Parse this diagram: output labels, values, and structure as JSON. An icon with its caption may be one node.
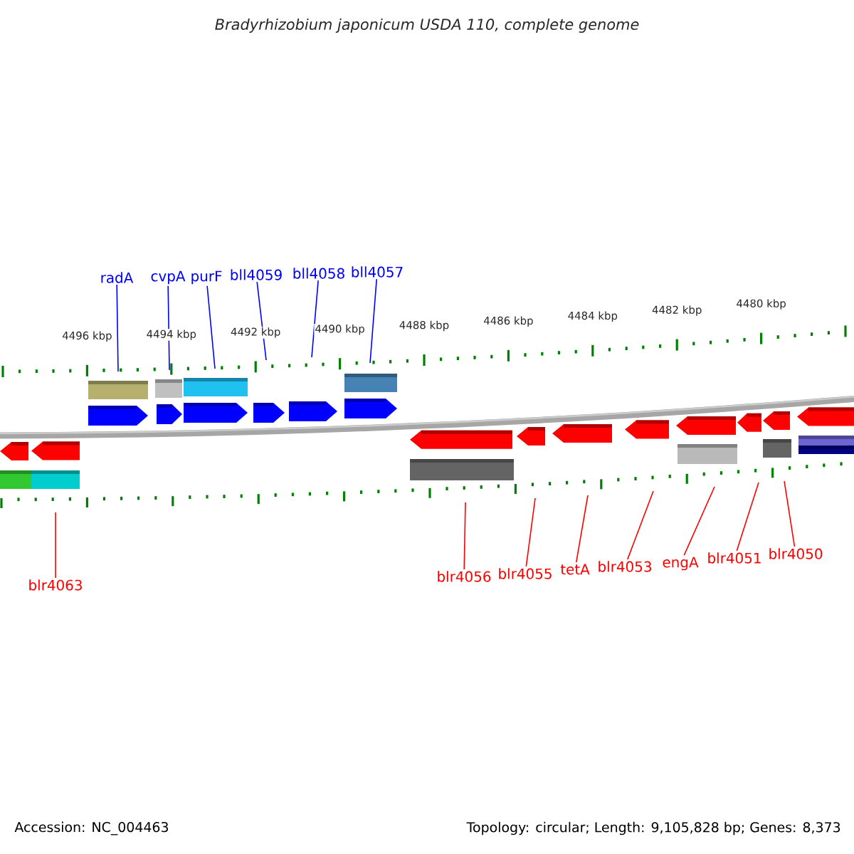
{
  "diagram": {
    "title": "Bradyrhizobium japonicum USDA 110, complete genome",
    "nodes": [
      {
        "text": [
          "radA"
        ]
      },
      {
        "text": [
          "cvpA"
        ]
      },
      {
        "text": [
          "purF"
        ]
      },
      {
        "text": [
          "bll4059"
        ]
      },
      {
        "text": [
          "bll4058"
        ]
      },
      {
        "text": [
          "bll4057"
        ]
      },
      {
        "text": [
          "blr4063"
        ]
      },
      {
        "text": [
          "blr4056"
        ]
      },
      {
        "text": [
          "blr4055"
        ]
      },
      {
        "text": [
          "tetA"
        ]
      },
      {
        "text": [
          "blr4053"
        ]
      },
      {
        "text": [
          "engA"
        ]
      },
      {
        "text": [
          "blr4051"
        ]
      },
      {
        "text": [
          "blr4050"
        ]
      }
    ],
    "edges": [
      {
        "from": 0,
        "to": null,
        "arrow": "none",
        "color": "#0000ff"
      },
      {
        "from": 1,
        "to": null,
        "arrow": "none",
        "color": "#0000ff"
      },
      {
        "from": 2,
        "to": null,
        "arrow": "none",
        "color": "#0000ff"
      },
      {
        "from": 3,
        "to": null,
        "arrow": "none",
        "color": "#0000ff"
      },
      {
        "from": 4,
        "to": null,
        "arrow": "none",
        "color": "#0000ff"
      },
      {
        "from": 5,
        "to": null,
        "arrow": "none",
        "color": "#0000ff"
      },
      {
        "from": 6,
        "to": null,
        "arrow": "none"
      },
      {
        "from": 7,
        "to": null,
        "arrow": "none"
      },
      {
        "from": 8,
        "to": null,
        "arrow": "none"
      },
      {
        "from": 9,
        "to": null,
        "arrow": "none"
      },
      {
        "from": 10,
        "to": null,
        "arrow": "none"
      },
      {
        "from": 11,
        "to": null,
        "arrow": "none"
      },
      {
        "from": 12,
        "to": null,
        "arrow": "none"
      },
      {
        "from": 13,
        "to": null,
        "arrow": "none"
      }
    ],
    "labels": [
      "4496 kbp",
      "4494 kbp",
      "4492 kbp",
      "4490 kbp",
      "4488 kbp",
      "4486 kbp",
      "4484 kbp",
      "4482 kbp",
      "4480 kbp",
      "Accession: NC_004463",
      "Topology: circular; Length: 9,105,828 bp; Genes: 8,373"
    ]
  }
}
